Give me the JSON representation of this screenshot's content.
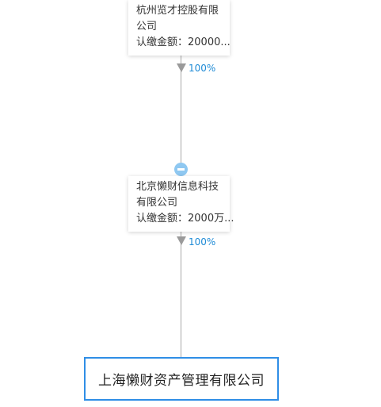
{
  "nodes": [
    {
      "name": "杭州览才控股有限公司",
      "capital": "认缴金额：20000..."
    },
    {
      "name": "北京懒财信息科技有限公司",
      "capital": "认缴金额：2000万..."
    }
  ],
  "edges": [
    {
      "percent": "100%"
    },
    {
      "percent": "100%"
    }
  ],
  "target": {
    "name": "上海懒财资产管理有限公司"
  },
  "colors": {
    "accent": "#1f8bd6",
    "target_border": "#2f8ee6",
    "collapse": "#8fc8f1",
    "connector": "#a8a8a8"
  }
}
